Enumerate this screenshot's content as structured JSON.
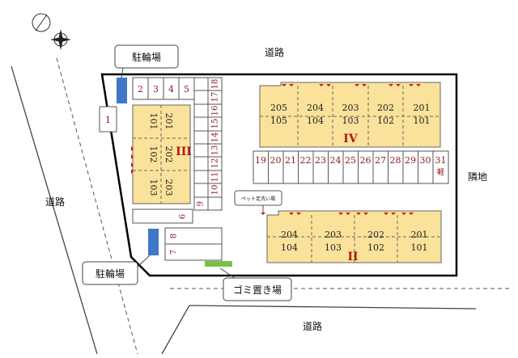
{
  "labels": {
    "road_top": "道路",
    "road_left": "道路",
    "road_bottom": "道路",
    "neighbor": "隣地",
    "bike_top": "駐輪場",
    "bike_bottom": "駐輪場",
    "garbage": "ゴミ置き場",
    "pet": "ペット足洗い場"
  },
  "parking": {
    "top_row": [
      "2",
      "3",
      "4",
      "5"
    ],
    "slot_1": "1",
    "vertical": [
      "18",
      "17",
      "16",
      "15",
      "14",
      "13",
      "12",
      "11",
      "10",
      "9"
    ],
    "slot_6": "6",
    "slot_8": "8",
    "slot_7": "7",
    "middle_row": [
      "19",
      "20",
      "21",
      "22",
      "23",
      "24",
      "25",
      "26",
      "27",
      "28",
      "29",
      "30",
      "31"
    ],
    "light_mark": "軽"
  },
  "buildings": {
    "b3": {
      "name": "III",
      "units": [
        {
          "upper": "201",
          "lower": "101"
        },
        {
          "upper": "202",
          "lower": "102"
        },
        {
          "upper": "203",
          "lower": "103"
        }
      ]
    },
    "b4": {
      "name": "IV",
      "units": [
        {
          "upper": "205",
          "lower": "105"
        },
        {
          "upper": "204",
          "lower": "104"
        },
        {
          "upper": "203",
          "lower": "103"
        },
        {
          "upper": "202",
          "lower": "102"
        },
        {
          "upper": "201",
          "lower": "101"
        }
      ]
    },
    "b2": {
      "name": "II",
      "units": [
        {
          "upper": "204",
          "lower": "104"
        },
        {
          "upper": "203",
          "lower": "103"
        },
        {
          "upper": "202",
          "lower": "102"
        },
        {
          "upper": "201",
          "lower": "101"
        }
      ]
    }
  },
  "colors": {
    "building_fill": "#fbe29a",
    "bike_fill": "#3f78c7",
    "garbage_fill": "#7bc043",
    "marker": "#c01818"
  }
}
